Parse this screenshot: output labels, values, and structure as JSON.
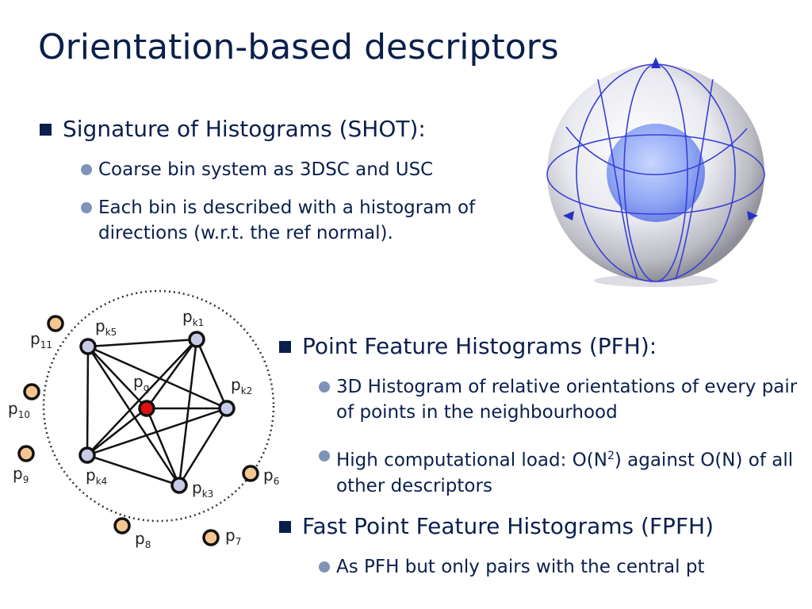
{
  "title": "Orientation-based descriptors",
  "shot": {
    "heading": "Signature of Histograms (SHOT):",
    "bullets": [
      "Coarse bin system as 3DSC and USC",
      "Each bin is described with a histogram of directions (w.r.t. the ref normal)."
    ]
  },
  "pfh": {
    "heading": "Point Feature Histograms (PFH):",
    "bullet1": "3D Histogram of relative orientations of every pair of points in the neighbourhood",
    "bullet2_prefix": "High computational load: O(N",
    "bullet2_sup": "2",
    "bullet2_suffix": ") against O(N) of all other descriptors"
  },
  "fpfh": {
    "heading": "Fast Point Feature Histograms (FPFH)",
    "bullets": [
      "As PFH but only pairs with the central pt"
    ]
  },
  "diagram": {
    "query_label": {
      "base": "p",
      "sub": "q"
    },
    "neighbor_labels": [
      {
        "base": "p",
        "sub": "k1"
      },
      {
        "base": "p",
        "sub": "k2"
      },
      {
        "base": "p",
        "sub": "k3"
      },
      {
        "base": "p",
        "sub": "k4"
      },
      {
        "base": "p",
        "sub": "k5"
      }
    ],
    "outer_labels": [
      {
        "base": "p",
        "sub": "6"
      },
      {
        "base": "p",
        "sub": "7"
      },
      {
        "base": "p",
        "sub": "8"
      },
      {
        "base": "p",
        "sub": "9"
      },
      {
        "base": "p",
        "sub": "10"
      },
      {
        "base": "p",
        "sub": "11"
      }
    ],
    "colors": {
      "query": "#e01010",
      "neighbor": "#c8cbe8",
      "outer": "#f5c690",
      "edge": "#111111"
    }
  },
  "colors": {
    "text": "#0b1f4d",
    "bullet_square": "#0b1f4d",
    "bullet_dot": "#7f93b8",
    "sphere_lines": "#3b3fd6"
  }
}
